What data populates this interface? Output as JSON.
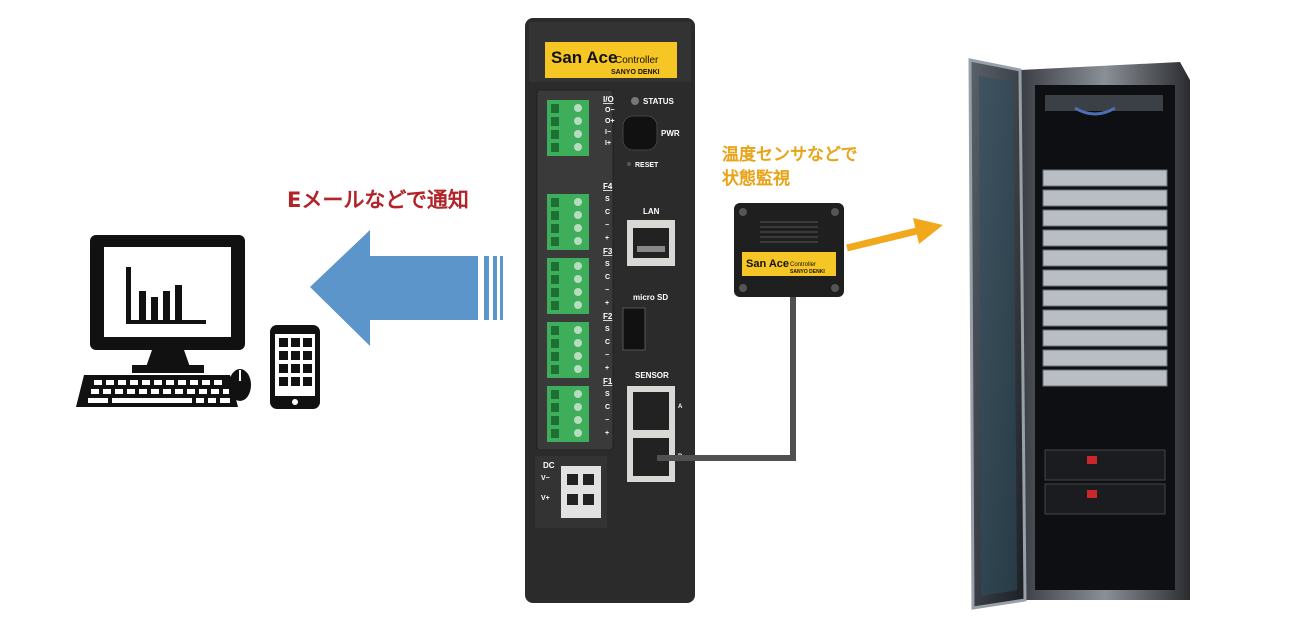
{
  "notification_caption": "Eメールなどで通知",
  "sensor_caption": {
    "line1": "温度センサなどで",
    "line2": "状態監視"
  },
  "controller": {
    "brand": "San Ace",
    "product": "Controller",
    "maker": "SANYO DENKI",
    "io_group": {
      "label": "I/O",
      "pins": [
        "O−",
        "O+",
        "I−",
        "I+"
      ]
    },
    "status_label": "STATUS",
    "pwr_label": "PWR",
    "reset_label": "RESET",
    "lan_label": "LAN",
    "microsd_label": "micro SD",
    "sensor_label": "SENSOR",
    "port_a": "A",
    "port_b": "B",
    "dc_label": "DC",
    "dc_pins": [
      "V−",
      "V+"
    ],
    "fan_groups": [
      {
        "label": "F4",
        "pins": [
          "S",
          "C",
          "−",
          "+"
        ]
      },
      {
        "label": "F3",
        "pins": [
          "S",
          "C",
          "−",
          "+"
        ]
      },
      {
        "label": "F2",
        "pins": [
          "S",
          "C",
          "−",
          "+"
        ]
      },
      {
        "label": "F1",
        "pins": [
          "S",
          "C",
          "−",
          "+"
        ]
      }
    ]
  },
  "sensor_unit": {
    "brand": "San Ace",
    "product": "Controller",
    "maker": "SANYO DENKI"
  },
  "colors": {
    "arrow_blue": "#5b95c9",
    "arrow_amber": "#f2a81d",
    "caption_red": "#b0242a",
    "brand_yellow": "#f6c624",
    "terminal_green": "#3fae5a",
    "controller_body": "#2b2b2b"
  }
}
